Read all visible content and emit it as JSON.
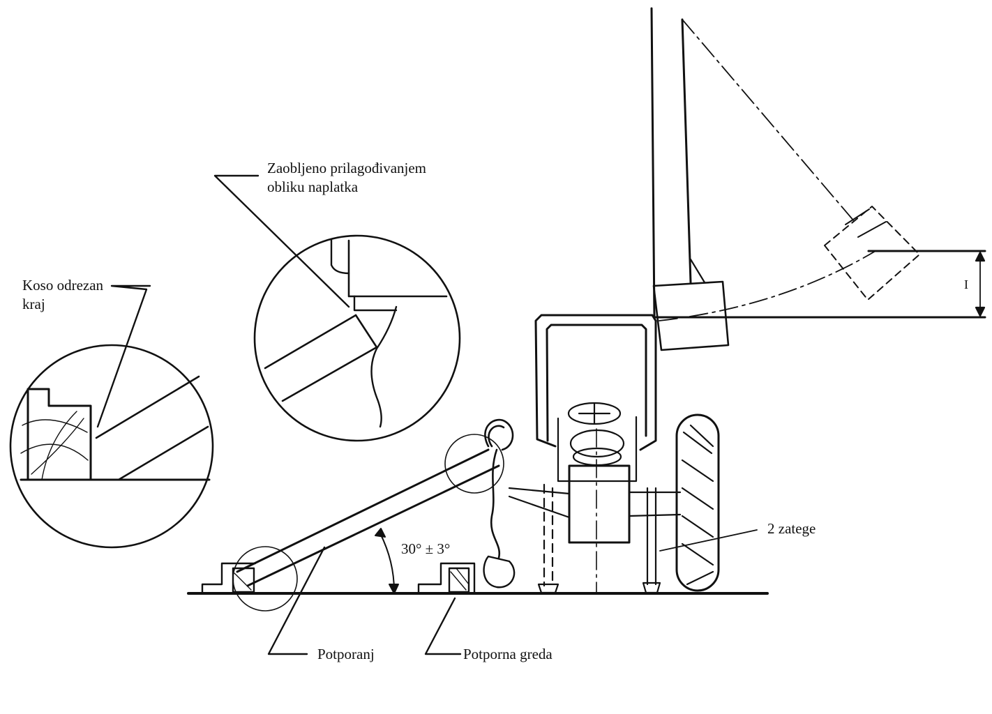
{
  "labels": {
    "rounded_edge_line1": "Zaobljeno  prilagođivanjem",
    "rounded_edge_line2": "obliku  naplatka",
    "bevelled_end_line1": "Koso  odrezan",
    "bevelled_end_line2": "kraj",
    "angle": "30°  ±  3°",
    "ties": "2  zatege",
    "strut": "Potporanj",
    "support_beam": "Potporna  greda",
    "height_marker": "I"
  },
  "colors": {
    "stroke": "#111111",
    "background": "#ffffff"
  }
}
